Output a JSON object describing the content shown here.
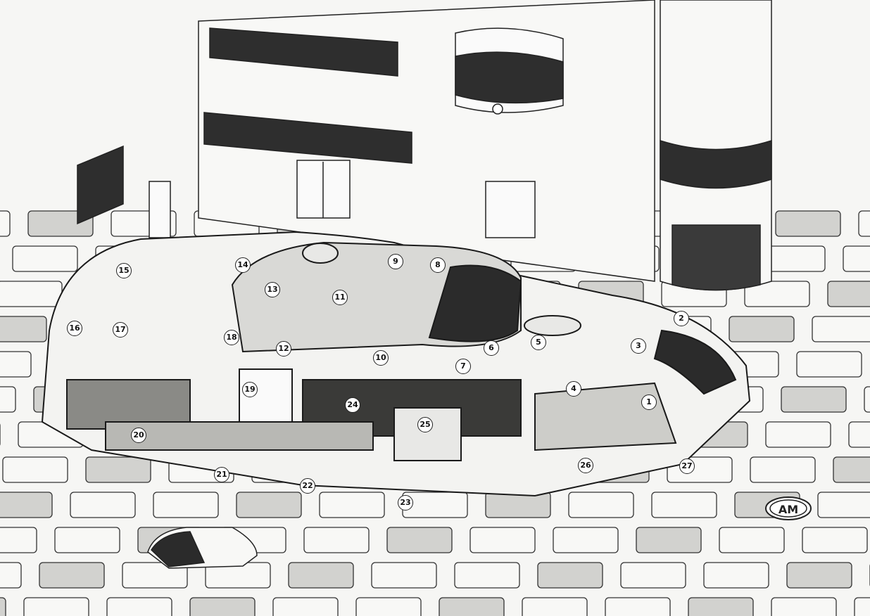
{
  "callouts": [
    "1",
    "2",
    "3",
    "4",
    "5",
    "6",
    "7",
    "8",
    "9",
    "10",
    "11",
    "12",
    "13",
    "14",
    "15",
    "16",
    "17",
    "18",
    "19",
    "20",
    "21",
    "22",
    "23",
    "24",
    "25",
    "26",
    "27"
  ],
  "logo": "AM",
  "colors": {
    "ink": "#1a1a1a",
    "paper": "#f6f6f4",
    "tile": "#cfcfcc",
    "dark": "#2a2a2a"
  }
}
